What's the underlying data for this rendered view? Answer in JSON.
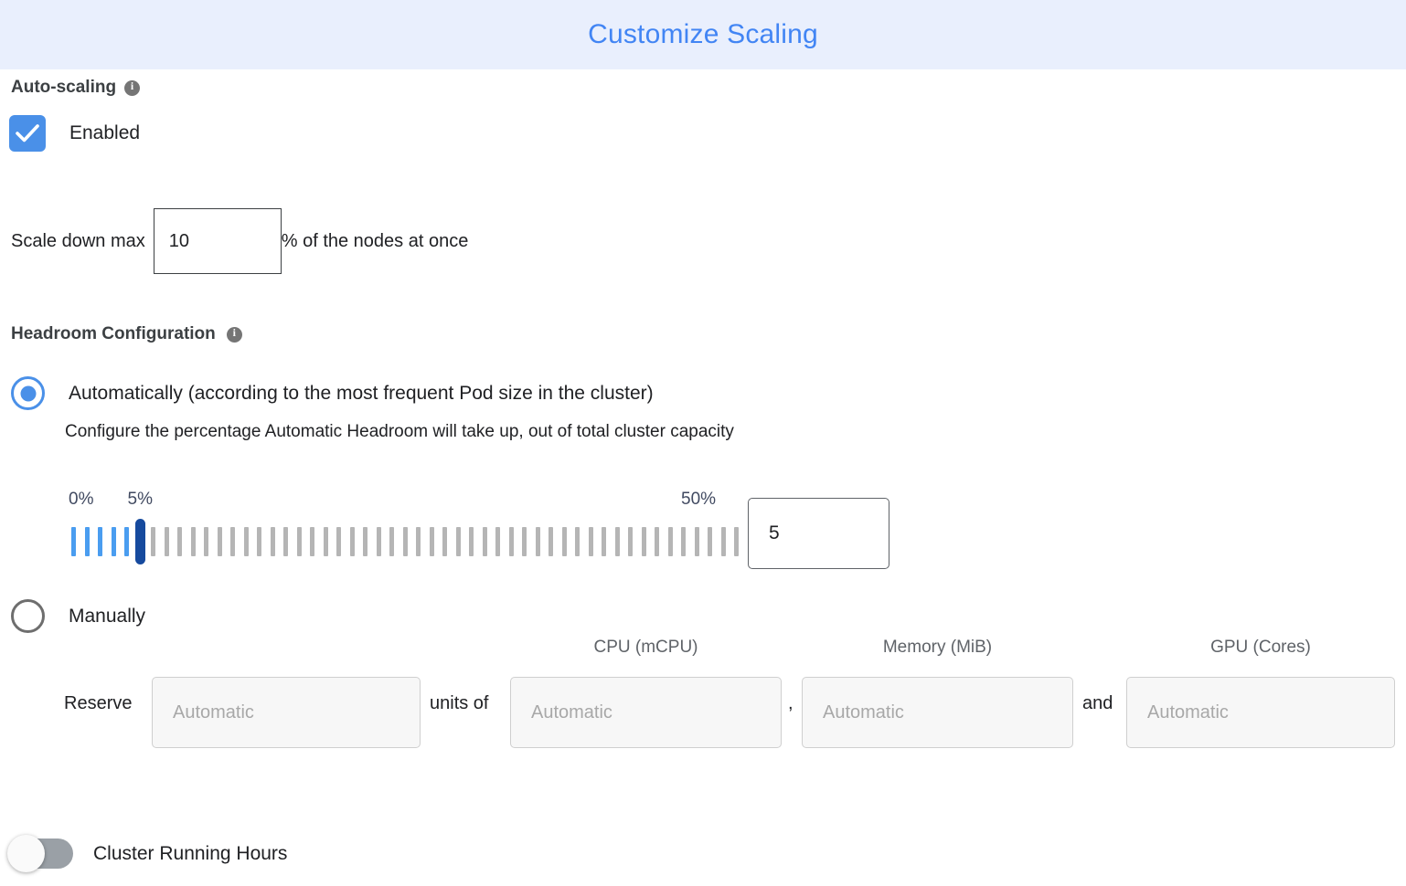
{
  "header": {
    "title": "Customize Scaling"
  },
  "autoscaling": {
    "section_label": "Auto-scaling",
    "info_icon": "info-icon",
    "checkbox_label": "Enabled",
    "checkbox_checked": true,
    "scale_down": {
      "pre_text": "Scale down max",
      "value": "10",
      "post_text": "% of the nodes at once"
    }
  },
  "headroom": {
    "section_label": "Headroom Configuration",
    "info_icon": "info-icon",
    "option_auto": {
      "label": "Automatically (according to the most frequent Pod size in the cluster)",
      "selected": true,
      "description": "Configure the percentage Automatic Headroom will take up, out of total cluster capacity"
    },
    "slider": {
      "min_label": "0%",
      "current_label": "5%",
      "max_label": "50%",
      "min": 0,
      "max": 50,
      "value": 5,
      "tick_count": 51,
      "value_input": "5",
      "active_color": "#4a9df0",
      "inactive_color": "#b5b5b5",
      "thumb_color": "#164a9e"
    },
    "option_manual": {
      "label": "Manually",
      "selected": false
    },
    "reserve": {
      "label": "Reserve",
      "units_text": "units of",
      "comma_text": ",",
      "and_text": "and",
      "columns": [
        {
          "header": "",
          "placeholder": "Automatic",
          "value": ""
        },
        {
          "header": "CPU (mCPU)",
          "placeholder": "Automatic",
          "value": ""
        },
        {
          "header": "Memory (MiB)",
          "placeholder": "Automatic",
          "value": ""
        },
        {
          "header": "GPU (Cores)",
          "placeholder": "Automatic",
          "value": ""
        }
      ]
    }
  },
  "cluster_running_hours": {
    "label": "Cluster Running Hours",
    "enabled": false
  },
  "colors": {
    "header_bg": "#e9effd",
    "header_text": "#4285f4",
    "accent_blue": "#4a90e8",
    "toggle_off": "#9aa0a6"
  }
}
